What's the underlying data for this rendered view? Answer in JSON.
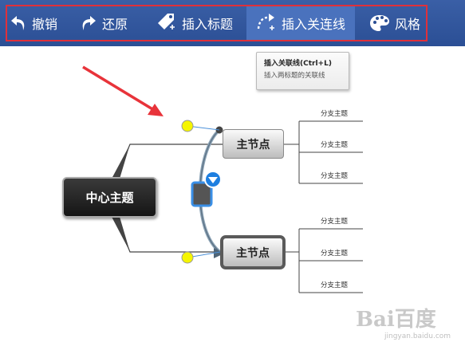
{
  "toolbar": {
    "undo": {
      "label": "撤销",
      "icon": "undo-arrow-icon"
    },
    "redo": {
      "label": "还原",
      "icon": "redo-arrow-icon"
    },
    "insert_label": {
      "label": "插入标题",
      "icon": "tag-plus-icon"
    },
    "insert_relationship": {
      "label": "插入关连线",
      "icon": "relationship-arrow-icon"
    },
    "style": {
      "label": "风格",
      "icon": "palette-icon"
    }
  },
  "tooltip": {
    "title": "插入关联线(Ctrl+L)",
    "description": "插入两标题的关联线"
  },
  "mindmap": {
    "central_topic": "中心主题",
    "main_nodes": [
      "主节点",
      "主节点"
    ],
    "branches_top": [
      "分支主题",
      "分支主题",
      "分支主题"
    ],
    "branches_bottom": [
      "分支主题",
      "分支主题",
      "分支主题"
    ]
  },
  "watermark": {
    "text": "Bai百度",
    "sub": "jingyan.baidu.com"
  },
  "colors": {
    "toolbar_bg": "#2b4f95",
    "highlight_frame": "#e0303a",
    "annotation_arrow": "#e8333a",
    "relationship_line": "#4a90d9",
    "control_point": "#f5f500"
  }
}
